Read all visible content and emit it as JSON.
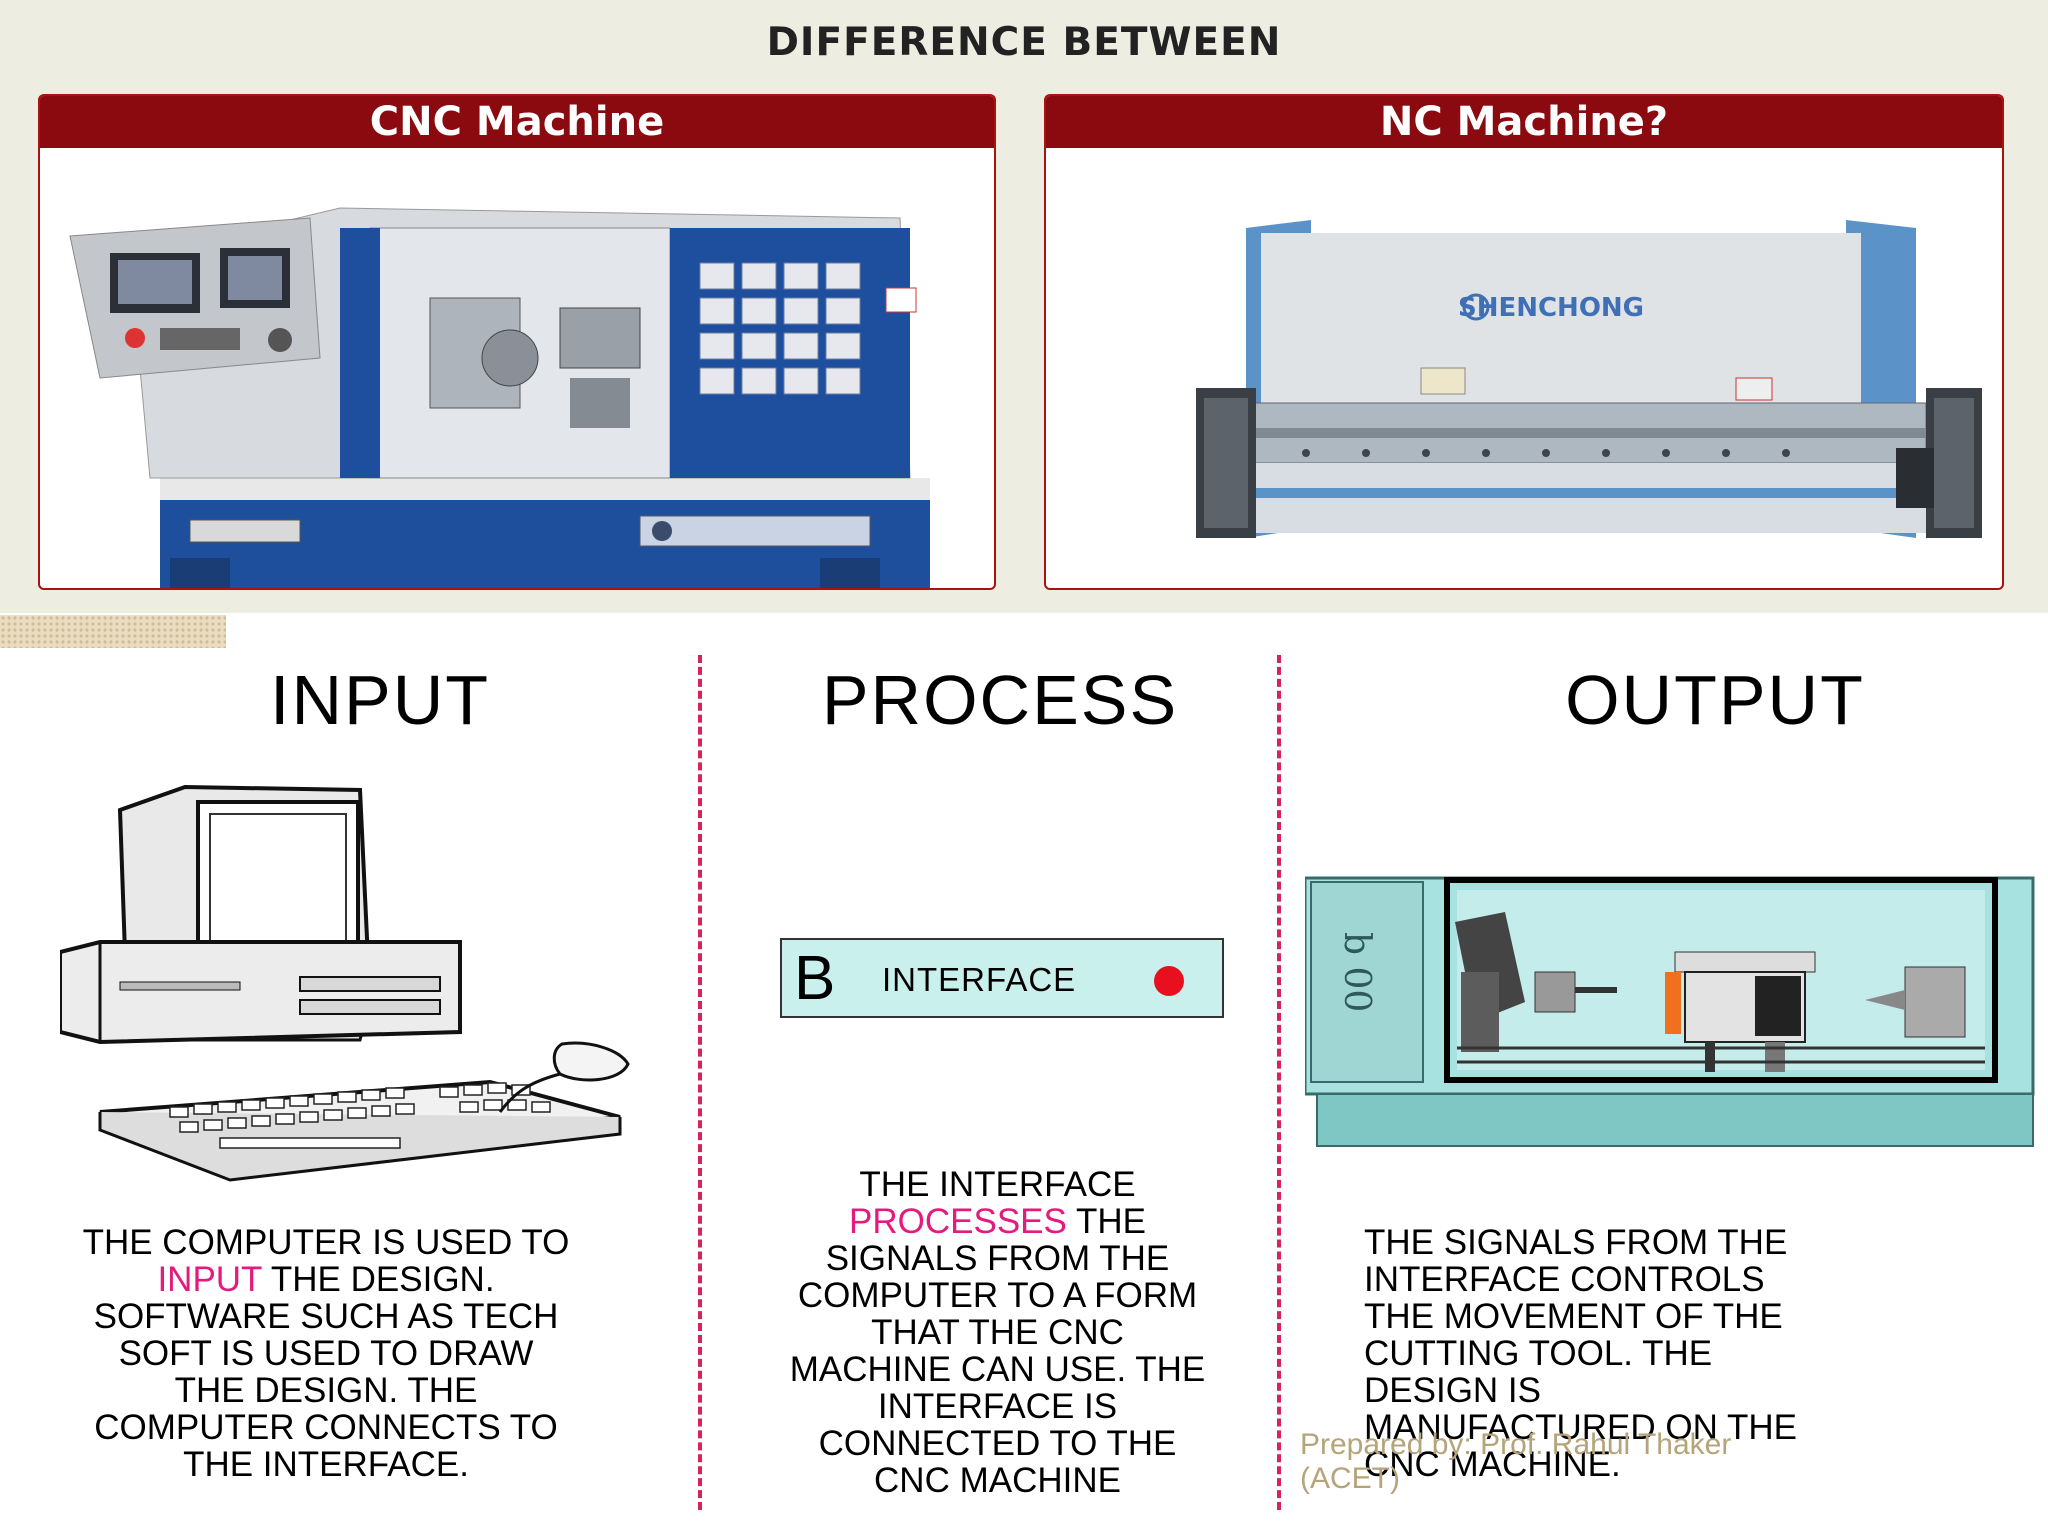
{
  "slide": {
    "title": "DIFFERENCE BETWEEN",
    "cards": [
      {
        "heading": "CNC Machine"
      },
      {
        "heading": "NC Machine?",
        "brand_text": "SHENCHONG"
      }
    ],
    "columns": [
      {
        "heading": "INPUT",
        "text_parts": [
          "THE COMPUTER IS USED TO",
          "INPUT",
          " THE DESIGN.",
          "SOFTWARE SUCH AS TECH",
          "SOFT  IS USED TO DRAW",
          "THE DESIGN. THE",
          "COMPUTER CONNECTS TO",
          "THE INTERFACE."
        ]
      },
      {
        "heading": "PROCESS",
        "interface_letter": "B",
        "interface_label": "INTERFACE",
        "text_parts": [
          "THE INTERFACE",
          "PROCESSES",
          " THE",
          "SIGNALS FROM THE",
          "COMPUTER TO A FORM",
          "THAT THE CNC",
          "MACHINE CAN USE. THE",
          "INTERFACE IS",
          "CONNECTED TO THE",
          "CNC MACHINE"
        ]
      },
      {
        "heading": "OUTPUT",
        "text_lines": [
          "THE SIGNALS FROM THE",
          "INTERFACE CONTROLS",
          "THE MOVEMENT OF THE",
          "CUTTING TOOL. THE",
          "DESIGN IS",
          "MANUFACTURED ON THE",
          "CNC MACHINE."
        ]
      }
    ],
    "watermark": [
      "Prepared by: Prof. Rahul Thaker",
      "(ACET)"
    ],
    "colors": {
      "header_red": "#8b0a0f",
      "highlight": "#e6197c",
      "divider": "#d6245a",
      "interface_bg": "#c9f0ec",
      "indicator": "#e8101e"
    }
  }
}
